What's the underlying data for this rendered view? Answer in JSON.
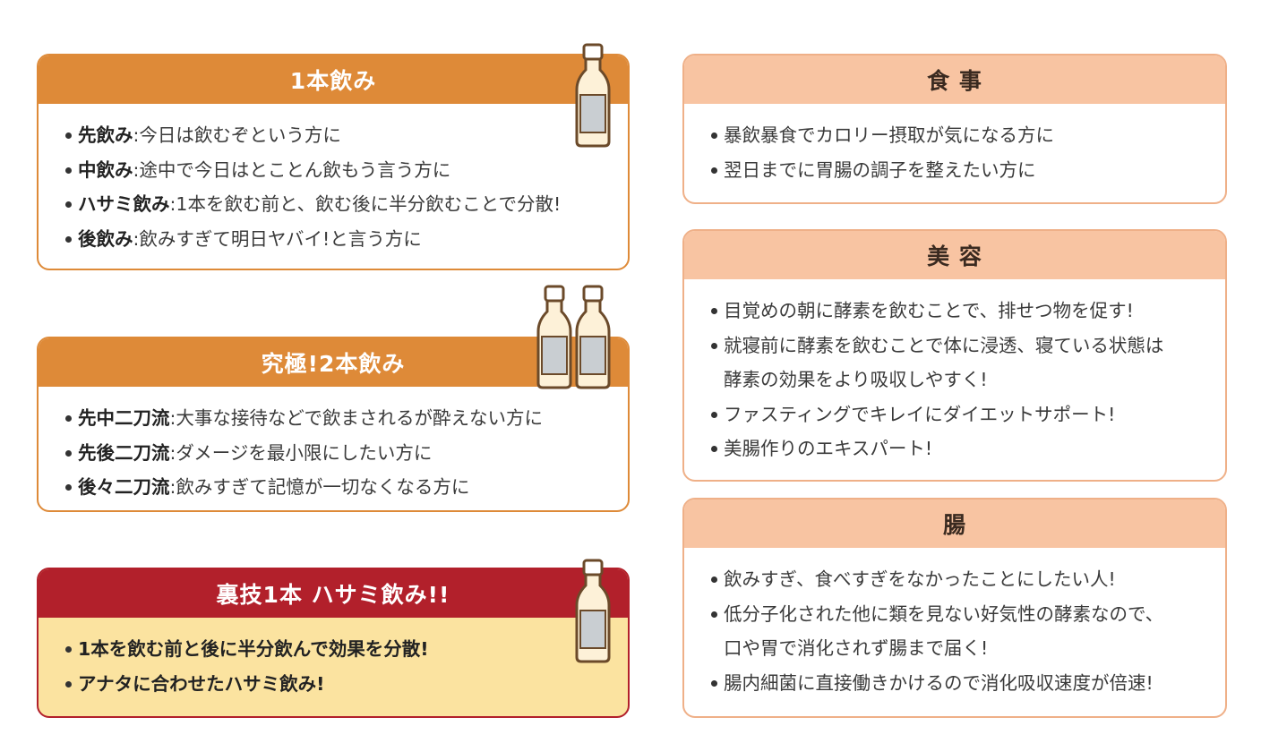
{
  "left_cards": [
    {
      "title": "1本飲み",
      "items": [
        {
          "label": "先飲み",
          "text": ":今日は飲むぞという方に"
        },
        {
          "label": "中飲み",
          "text": ":途中で今日はとことん飲もう言う方に"
        },
        {
          "label": "ハサミ飲み",
          "text": ":1本を飲む前と、飲む後に半分飲むことで分散!"
        },
        {
          "label": "後飲み",
          "text": ":飲みすぎて明日ヤバイ!と言う方に"
        }
      ]
    },
    {
      "title": "究極!2本飲み",
      "items": [
        {
          "label": "先中二刀流",
          "text": ":大事な接待などで飲まされるが酔えない方に"
        },
        {
          "label": "先後二刀流",
          "text": ":ダメージを最小限にしたい方に"
        },
        {
          "label": "後々二刀流",
          "text": ":飲みすぎて記憶が一切なくなる方に"
        }
      ]
    },
    {
      "title": "裏技1本 ハサミ飲み!!",
      "items": [
        {
          "text": "1本を飲む前と後に半分飲んで効果を分散!"
        },
        {
          "text": "アナタに合わせたハサミ飲み!"
        }
      ]
    }
  ],
  "right_cards": [
    {
      "title": "食 事",
      "items": [
        "暴飲暴食でカロリー摂取が気になる方に",
        "翌日までに胃腸の調子を整えたい方に"
      ]
    },
    {
      "title": "美 容",
      "items": [
        "目覚めの朝に酵素を飲むことで、排せつ物を促す!",
        "就寝前に酵素を飲むことで体に浸透、寝ている状態は",
        "酵素の効果をより吸収しやすく!",
        "ファスティングでキレイにダイエットサポート!",
        "美腸作りのエキスパート!"
      ]
    },
    {
      "title": "腸",
      "items": [
        "飲みすぎ、食べすぎをなかったことにしたい人!",
        "低分子化された他に類を見ない好気性の酵素なので、",
        "口や胃で消化されず腸まで届く!",
        "腸内細菌に直接働きかけるので消化吸収速度が倍速!"
      ]
    }
  ],
  "icons": {
    "bottle": "bottle-icon"
  },
  "colors": {
    "orange": "#de8a38",
    "peach": "#f8c4a2",
    "red": "#b2202b",
    "cream": "#fbe3a0"
  }
}
